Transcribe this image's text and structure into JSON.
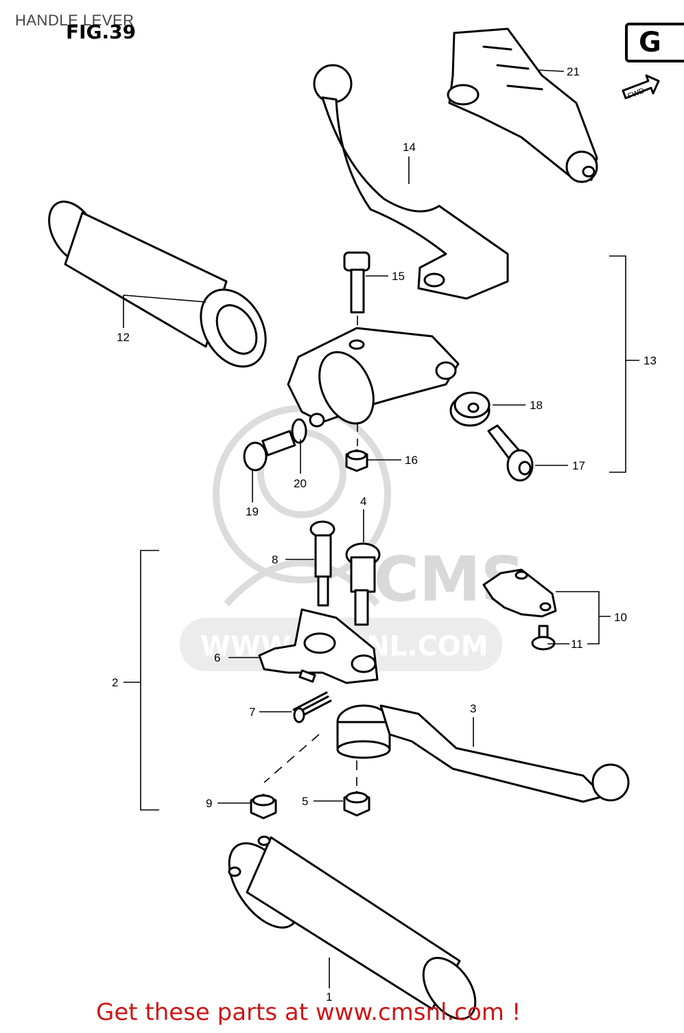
{
  "header": {
    "title": "HANDLE LEVER",
    "figure": "FIG.39",
    "group_code": "G"
  },
  "direction_label": "FWD",
  "watermark": {
    "brand": "CMS",
    "url": "WWW.CMSNL.COM"
  },
  "parts": [
    {
      "id": "p1",
      "label": "1",
      "icon": "grip-icon"
    },
    {
      "id": "p2",
      "label": "2",
      "icon": "bracket-icon"
    },
    {
      "id": "p3",
      "label": "3",
      "icon": "lever-icon"
    },
    {
      "id": "p4",
      "label": "4",
      "icon": "bolt-icon"
    },
    {
      "id": "p5",
      "label": "5",
      "icon": "nut-icon"
    },
    {
      "id": "p6",
      "label": "6",
      "icon": "holder-icon"
    },
    {
      "id": "p7",
      "label": "7",
      "icon": "spring-icon"
    },
    {
      "id": "p8",
      "label": "8",
      "icon": "bolt-icon"
    },
    {
      "id": "p9",
      "label": "9",
      "icon": "nut-icon"
    },
    {
      "id": "p10",
      "label": "10",
      "icon": "switch-icon"
    },
    {
      "id": "p11",
      "label": "11",
      "icon": "screw-icon"
    },
    {
      "id": "p12",
      "label": "12",
      "icon": "grip-icon"
    },
    {
      "id": "p13",
      "label": "13",
      "icon": "bracket-icon"
    },
    {
      "id": "p14",
      "label": "14",
      "icon": "lever-icon"
    },
    {
      "id": "p15",
      "label": "15",
      "icon": "bolt-icon"
    },
    {
      "id": "p16",
      "label": "16",
      "icon": "nut-icon"
    },
    {
      "id": "p17",
      "label": "17",
      "icon": "adjuster-icon"
    },
    {
      "id": "p18",
      "label": "18",
      "icon": "nut-icon"
    },
    {
      "id": "p19",
      "label": "19",
      "icon": "bolt-icon"
    },
    {
      "id": "p20",
      "label": "20",
      "icon": "washer-icon"
    },
    {
      "id": "p21",
      "label": "21",
      "icon": "lever-cover-icon"
    }
  ],
  "footer": {
    "text": "Get these parts at www.cmsnl.com !",
    "color": "#d01515"
  }
}
